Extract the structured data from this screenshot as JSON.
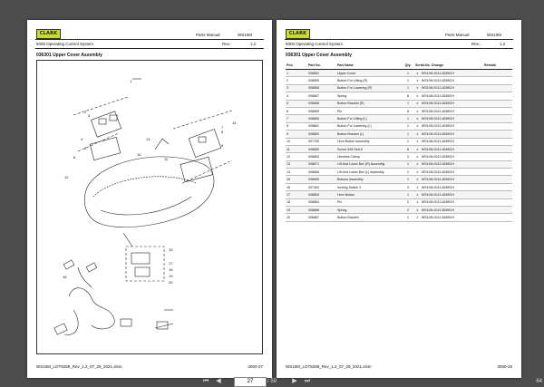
{
  "document": {
    "logo_text": "CLARK",
    "manual_label": "Parts Manual",
    "model": "WS10M",
    "system": "5000 Operating Control System",
    "rev_label": "Rev.:",
    "rev_value": "1.2"
  },
  "left_page": {
    "section_title": "036301 Upper Cover Assembly",
    "footer_file": "WS10M_LOT8289_Rev_1.2_07_29_2021.xlsm",
    "footer_page": "3000-27",
    "callouts": [
      "1",
      "2",
      "3",
      "4",
      "5",
      "6",
      "7",
      "8",
      "9",
      "10",
      "11",
      "12",
      "13",
      "14",
      "15",
      "16",
      "17",
      "18",
      "19",
      "20"
    ]
  },
  "right_page": {
    "section_title": "036301 Upper Cover Assembly",
    "footer_file": "WS10M_LOT8289_Rev_1.2_07_29_2021.xlsm",
    "footer_page": "3000-28",
    "columns": [
      "Pos.",
      "Part No.",
      "Part Name",
      "Qty.",
      "Serial-No. Change",
      "Remark"
    ],
    "rows": [
      [
        "1",
        "008851",
        "Upper Cover",
        "1",
        "x",
        "WS10M-0110-8289CH"
      ],
      [
        "2",
        "008855",
        "Button For Lifting (R)",
        "1",
        "x",
        "WS10M-0110-8289CH"
      ],
      [
        "3",
        "008856",
        "Button For Lowering (R)",
        "1",
        "x",
        "WS10M-0110-8289CH"
      ],
      [
        "4",
        "008857",
        "Spring",
        "8",
        "x",
        "WS10M-0110-8289CH"
      ],
      [
        "5",
        "008858",
        "Button Bracket (R)",
        "1",
        "x",
        "WS10M-0110-8289CH"
      ],
      [
        "6",
        "008859",
        "Pin",
        "8",
        "x",
        "WS10M-0110-8289CH"
      ],
      [
        "7",
        "008860",
        "Button For Lifting (L)",
        "1",
        "x",
        "WS10M-0110-8289CH"
      ],
      [
        "8",
        "008861",
        "Button For Lowering (L)",
        "1",
        "x",
        "WS10M-0110-8289CH"
      ],
      [
        "9",
        "008862",
        "Button Bracket (L)",
        "1",
        "x",
        "WS10M-0110-8289CH"
      ],
      [
        "10",
        "007760",
        "Horn Button Assembly",
        "1",
        "x",
        "WS10M-0110-8289CH"
      ],
      [
        "11",
        "008869",
        "Screw 3X8 SelLS",
        "8",
        "x",
        "WS10M-0110-8289CH"
      ],
      [
        "12",
        "008863",
        "Harness Clamp",
        "3",
        "x",
        "WS10M-0110-8289CH"
      ],
      [
        "13",
        "008871",
        "Lift And Lower Box (R) Assembly",
        "1",
        "x",
        "WS10M-0110-8289CH"
      ],
      [
        "14",
        "008866",
        "Lift And Lower Box (L) Assembly",
        "1",
        "x",
        "WS10M-0110-8289CH"
      ],
      [
        "15",
        "008890",
        "Buttons Assembly",
        "1",
        "x",
        "WS10M-0110-8289CH"
      ],
      [
        "16",
        "007462",
        "Inching Switch X",
        "3",
        "x",
        "WS10M-0110-8289CH"
      ],
      [
        "17",
        "008863",
        "Horn Button",
        "1",
        "x",
        "WS10M-0110-8289CH"
      ],
      [
        "18",
        "008864",
        "Pin",
        "2",
        "x",
        "WS10M-0110-8289CH"
      ],
      [
        "19",
        "008866",
        "Spring",
        "2",
        "x",
        "WS10M-0110-8289CH"
      ],
      [
        "20",
        "008867",
        "Button Bracket",
        "1",
        "x",
        "WS10M-0110-8289CH"
      ]
    ]
  },
  "viewer": {
    "current_page": "27",
    "total_pages": "/ 59",
    "zoom": "64"
  }
}
